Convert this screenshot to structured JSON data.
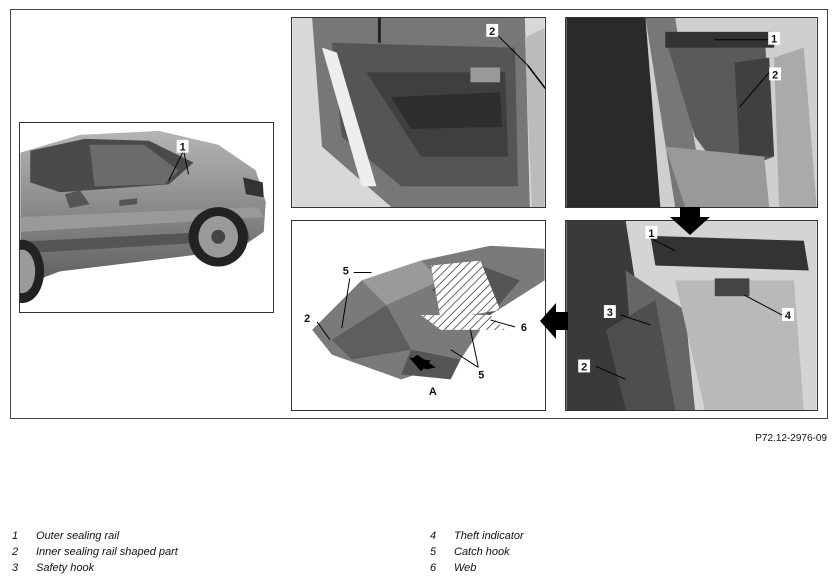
{
  "figure_code": "P72.12-2976-09",
  "callouts": {
    "car": [
      "1"
    ],
    "door": [
      "2"
    ],
    "top_right": [
      "1",
      "2"
    ],
    "bottom_right": [
      "1",
      "3",
      "4",
      "2"
    ],
    "bottom_mid": [
      "5",
      "2",
      "6",
      "5",
      "A"
    ]
  },
  "legend": [
    {
      "num": "1",
      "label": "Outer sealing rail"
    },
    {
      "num": "2",
      "label": "Inner sealing rail shaped part"
    },
    {
      "num": "3",
      "label": "Safety hook"
    },
    {
      "num": "4",
      "label": "Theft indicator"
    },
    {
      "num": "5",
      "label": "Catch hook"
    },
    {
      "num": "6",
      "label": "Web"
    }
  ]
}
